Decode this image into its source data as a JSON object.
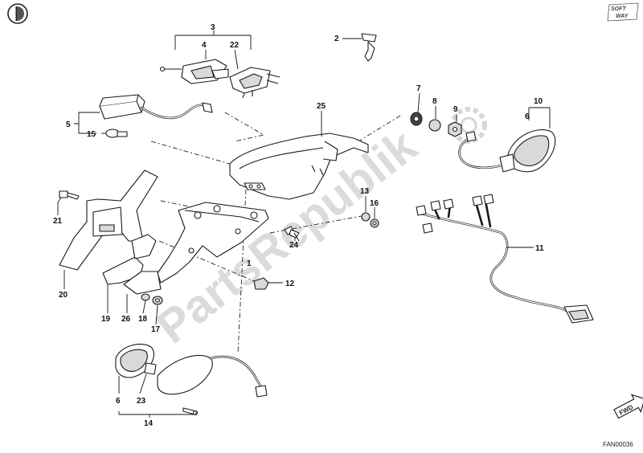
{
  "watermark": "PartsRepublik",
  "logo": {
    "line1": "SOFT",
    "line2": "WAY"
  },
  "fwd_label": "FWD",
  "diagram_code": "FAN00036",
  "callouts": [
    "1",
    "2",
    "3",
    "4",
    "5",
    "6",
    "7",
    "8",
    "9",
    "10",
    "11",
    "12",
    "13",
    "14",
    "15",
    "16",
    "17",
    "18",
    "19",
    "20",
    "21",
    "22",
    "23",
    "24",
    "25",
    "26"
  ],
  "labels": {
    "l1": "1",
    "l2": "2",
    "l3": "3",
    "l4": "4",
    "l5": "5",
    "l6a": "6",
    "l6b": "6",
    "l7": "7",
    "l8": "8",
    "l9": "9",
    "l10": "10",
    "l11": "11",
    "l12": "12",
    "l13": "13",
    "l14": "14",
    "l15": "15",
    "l16": "16",
    "l17": "17",
    "l18": "18",
    "l19": "19",
    "l20": "20",
    "l21": "21",
    "l22": "22",
    "l23": "23",
    "l24": "24",
    "l25": "25",
    "l26": "26"
  },
  "icons": {
    "corner_mark": "circle-slash-icon",
    "gear": "gear-icon",
    "fwd": "forward-arrow-icon"
  }
}
